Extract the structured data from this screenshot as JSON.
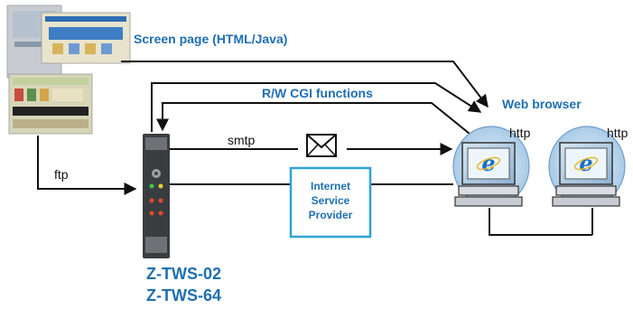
{
  "labels": {
    "screen_page": "Screen page (HTML/Java)",
    "rw_cgi": "R/W CGI functions",
    "web_browser": "Web browser",
    "smtp": "smtp",
    "ftp": "ftp",
    "http_1": "http",
    "http_2": "http",
    "isp_line1": "Internet",
    "isp_line2": "Service",
    "isp_line3": "Provider"
  },
  "product": {
    "model_1": "Z-TWS-02",
    "model_2": "Z-TWS-64"
  },
  "colors": {
    "accent_blue": "#1f6fb2",
    "isp_border": "#2ea3d8",
    "line": "#111111"
  },
  "icons": {
    "envelope": "envelope-icon",
    "browser": "internet-explorer-icon"
  }
}
